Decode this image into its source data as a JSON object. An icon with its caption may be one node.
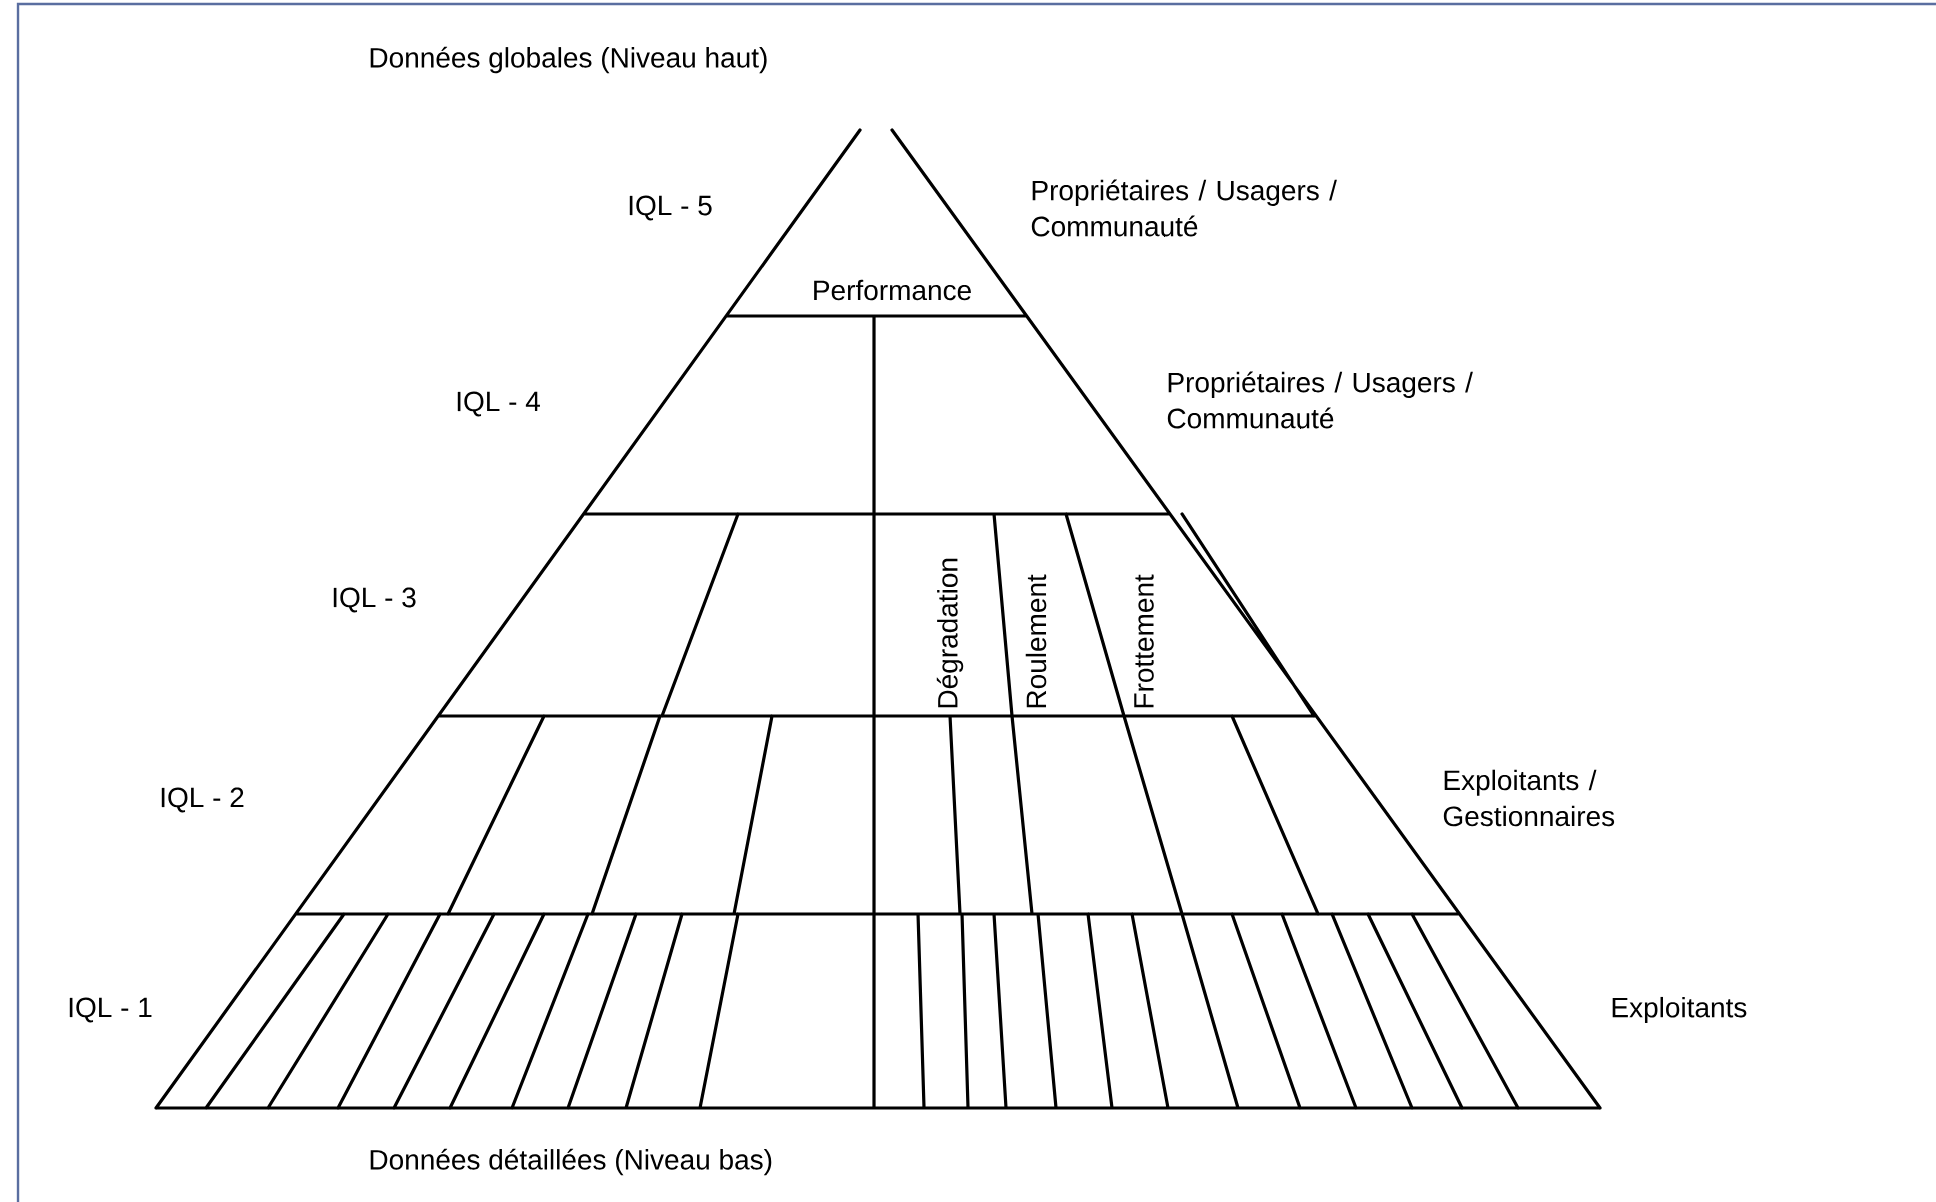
{
  "diagram": {
    "labels": [
      "Données globales (Niveau haut)",
      "IQL - 5",
      "Propriétaires / Usagers / Communauté",
      "Performance",
      "IQL - 4",
      "Propriétaires / Usagers / Communauté",
      "IQL - 3",
      "Dégradation",
      "Roulement",
      "Frottement",
      "IQL - 2",
      "Exploitants / Gestionnaires",
      "IQL - 1",
      "Exploitants",
      "Données détaillées (Niveau bas)"
    ]
  }
}
